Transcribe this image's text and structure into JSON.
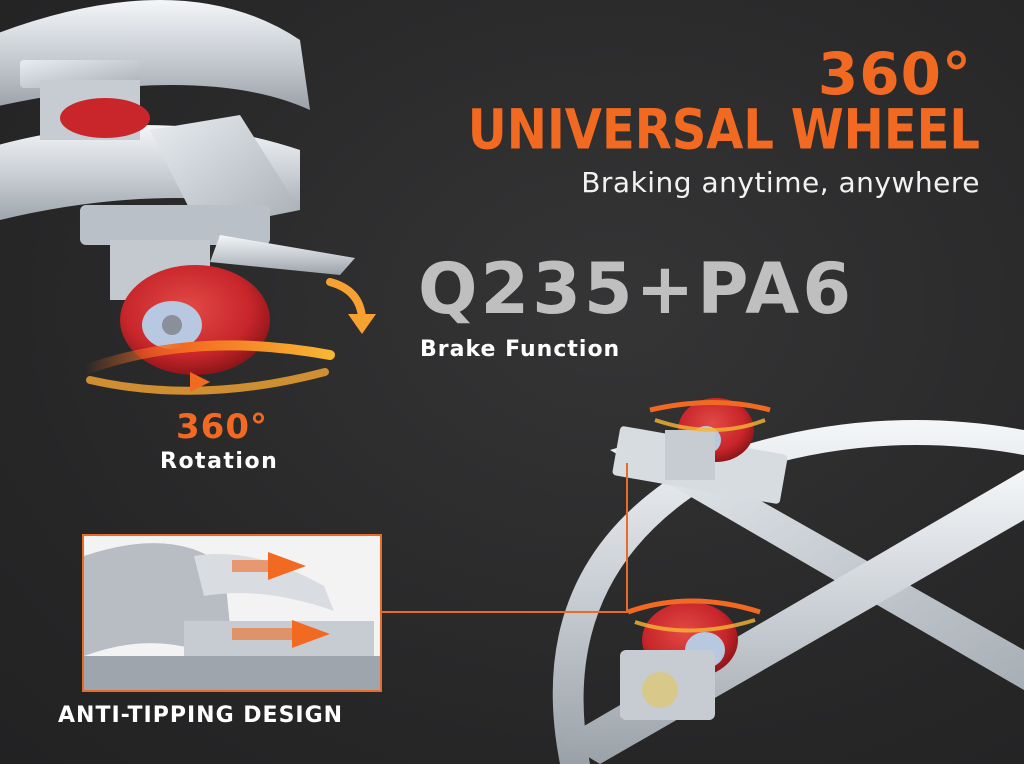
{
  "header": {
    "angle": "360°",
    "title": "UNIVERSAL WHEEL",
    "tagline": "Braking anytime, anywhere"
  },
  "material": {
    "label": "Q235+PA6",
    "feature": "Brake Function"
  },
  "rotation": {
    "angle": "360°",
    "label": "Rotation"
  },
  "anti_tipping": {
    "label": "ANTI-TIPPING DESIGN"
  },
  "colors": {
    "accent": "#f26a21",
    "background": "#2a2a2b",
    "material_text": "#bfbfbf",
    "wheel_red": "#c8262b"
  }
}
